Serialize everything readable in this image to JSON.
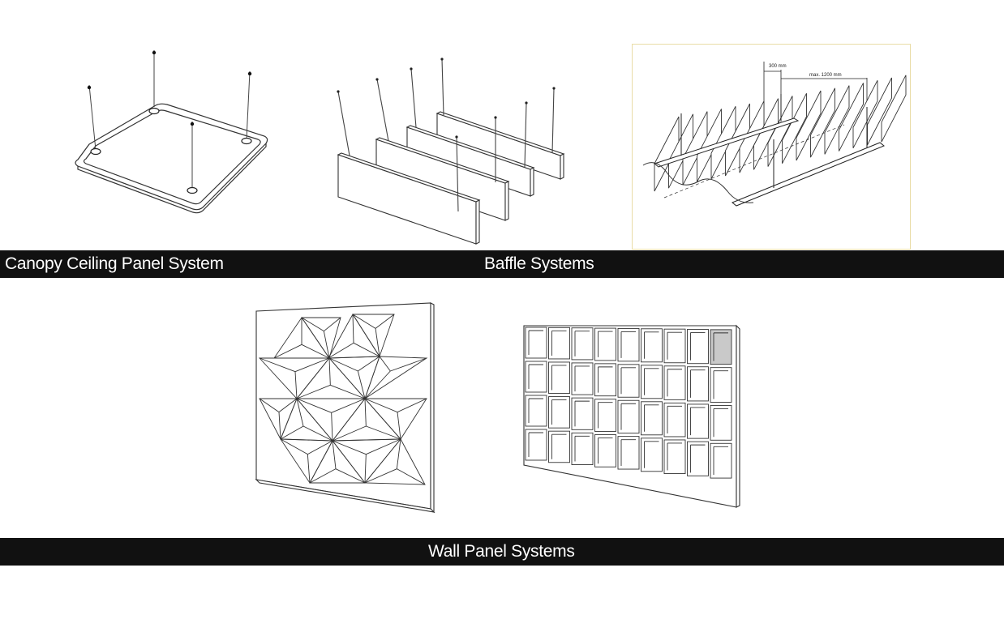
{
  "captions": {
    "canopy": "Canopy Ceiling Panel System",
    "baffle": "Baffle Systems",
    "wall": "Wall Panel Systems"
  },
  "drawing": {
    "spacing_label": "300 mm",
    "max_label": "max. 1200 mm"
  },
  "colors": {
    "caption_bar": "#111111",
    "caption_text": "#ffffff",
    "highlight_tile": "#c9c9c9",
    "frame_border": "#e9dca6"
  }
}
